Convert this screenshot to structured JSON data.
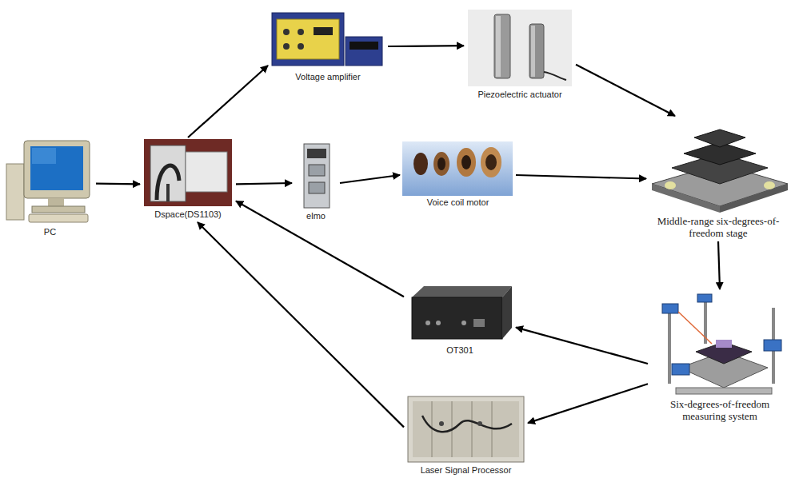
{
  "diagram": {
    "nodes": [
      {
        "text": [
          "PC"
        ]
      },
      {
        "text": [
          "Dspace(DS1103)"
        ]
      },
      {
        "text": [
          "Voltage amplifier"
        ]
      },
      {
        "text": [
          "Piezoelectric actuator"
        ]
      },
      {
        "text": [
          "elmo"
        ]
      },
      {
        "text": [
          "Voice coil motor"
        ]
      },
      {
        "text": [
          "Middle-range six-degrees-of-freedom stage"
        ]
      },
      {
        "text": [
          "OT301"
        ]
      },
      {
        "text": [
          "Six-degrees-of-freedom measuring system"
        ]
      },
      {
        "text": [
          "Laser Signal Processor"
        ]
      }
    ],
    "edges": [
      {
        "from": 0,
        "to": 1,
        "arrow": "to"
      },
      {
        "from": 1,
        "to": 2,
        "arrow": "to"
      },
      {
        "from": 2,
        "to": 3,
        "arrow": "to"
      },
      {
        "from": 3,
        "to": 6,
        "arrow": "to"
      },
      {
        "from": 1,
        "to": 4,
        "arrow": "to"
      },
      {
        "from": 4,
        "to": 5,
        "arrow": "to"
      },
      {
        "from": 5,
        "to": 6,
        "arrow": "to"
      },
      {
        "from": 6,
        "to": 8,
        "arrow": "to"
      },
      {
        "from": 8,
        "to": 7,
        "arrow": "to"
      },
      {
        "from": 8,
        "to": 9,
        "arrow": "to"
      },
      {
        "from": 7,
        "to": 1,
        "arrow": "to"
      },
      {
        "from": 9,
        "to": 1,
        "arrow": "to"
      }
    ]
  }
}
